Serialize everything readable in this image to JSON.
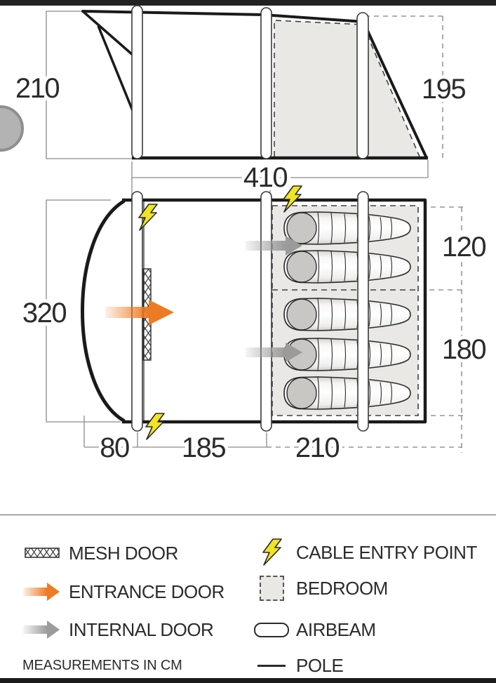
{
  "elevation": {
    "height_left": "210",
    "height_right": "195",
    "width": "410"
  },
  "plan": {
    "depth": "320",
    "bedroom_section_top": "120",
    "bedroom_section_bottom": "180",
    "porch_depth": "80",
    "living_length": "185",
    "bedroom_length": "210"
  },
  "legend": {
    "mesh_door": "MESH DOOR",
    "entrance_door": "ENTRANCE DOOR",
    "internal_door": "INTERNAL DOOR",
    "cable_entry": "CABLE ENTRY POINT",
    "bedroom": "BEDROOM",
    "airbeam": "AIRBEAM",
    "pole": "POLE",
    "units_note": "MEASUREMENTS IN CM"
  },
  "colors": {
    "entrance_orange": "#ed7b23",
    "internal_gray": "#9b9b9b",
    "cable_yellow": "#f2e422",
    "bedroom_fill": "#eae8e5"
  }
}
